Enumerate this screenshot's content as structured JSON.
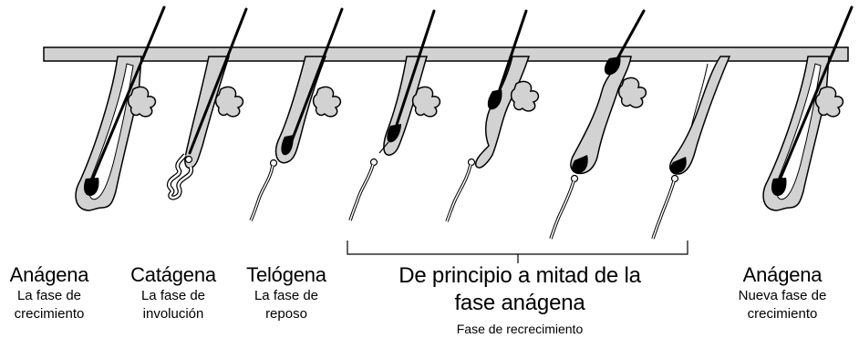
{
  "stages": [
    {
      "name": "Anágena",
      "desc_l1": "La fase de",
      "desc_l2": "crecimiento"
    },
    {
      "name": "Catágena",
      "desc_l1": "La fase de",
      "desc_l2": "involución"
    },
    {
      "name": "Telógena",
      "desc_l1": "La fase de",
      "desc_l2": "reposo"
    },
    {
      "name_l1": "De principio a mitad de la",
      "name_l2": "fase anágena",
      "desc": "Fase de recrecimiento"
    },
    {
      "name": "Anágena",
      "desc_l1": "Nueva fase de",
      "desc_l2": "crecimiento"
    }
  ],
  "colors": {
    "skin": "#d2d2d2",
    "outline": "#000000",
    "hair": "#000000",
    "background": "#ffffff"
  }
}
